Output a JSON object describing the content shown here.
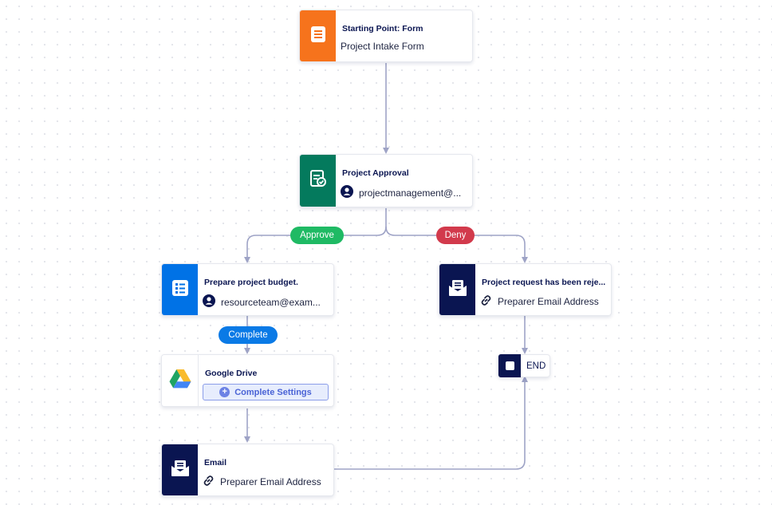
{
  "nodes": {
    "start": {
      "title": "Starting Point: Form",
      "subtitle": "Project Intake Form",
      "icon": "form-icon",
      "color": "#f6731c"
    },
    "approval": {
      "title": "Project Approval",
      "subtitle": "projectmanagement@...",
      "icon": "approval-icon",
      "color": "#047a5d"
    },
    "budget": {
      "title": "Prepare project budget.",
      "subtitle": "resourceteam@exam...",
      "icon": "task-list-icon",
      "color": "#0072e6"
    },
    "rejected": {
      "title": "Project request has been reje...",
      "subtitle": "Preparer Email Address",
      "icon": "mail-icon",
      "color": "#0a1551"
    },
    "drive": {
      "title": "Google Drive",
      "button": "Complete Settings",
      "icon": "google-drive-icon"
    },
    "email": {
      "title": "Email",
      "subtitle": "Preparer Email Address",
      "icon": "mail-icon",
      "color": "#0a1551"
    },
    "end": {
      "label": "END",
      "icon": "stop-icon",
      "color": "#0a1551"
    }
  },
  "branches": {
    "approve": {
      "label": "Approve",
      "color": "#1fba64"
    },
    "deny": {
      "label": "Deny",
      "color": "#d23a4c"
    },
    "complete": {
      "label": "Complete",
      "color": "#0a7ae6"
    }
  },
  "connector_color": "#9ea3c6"
}
